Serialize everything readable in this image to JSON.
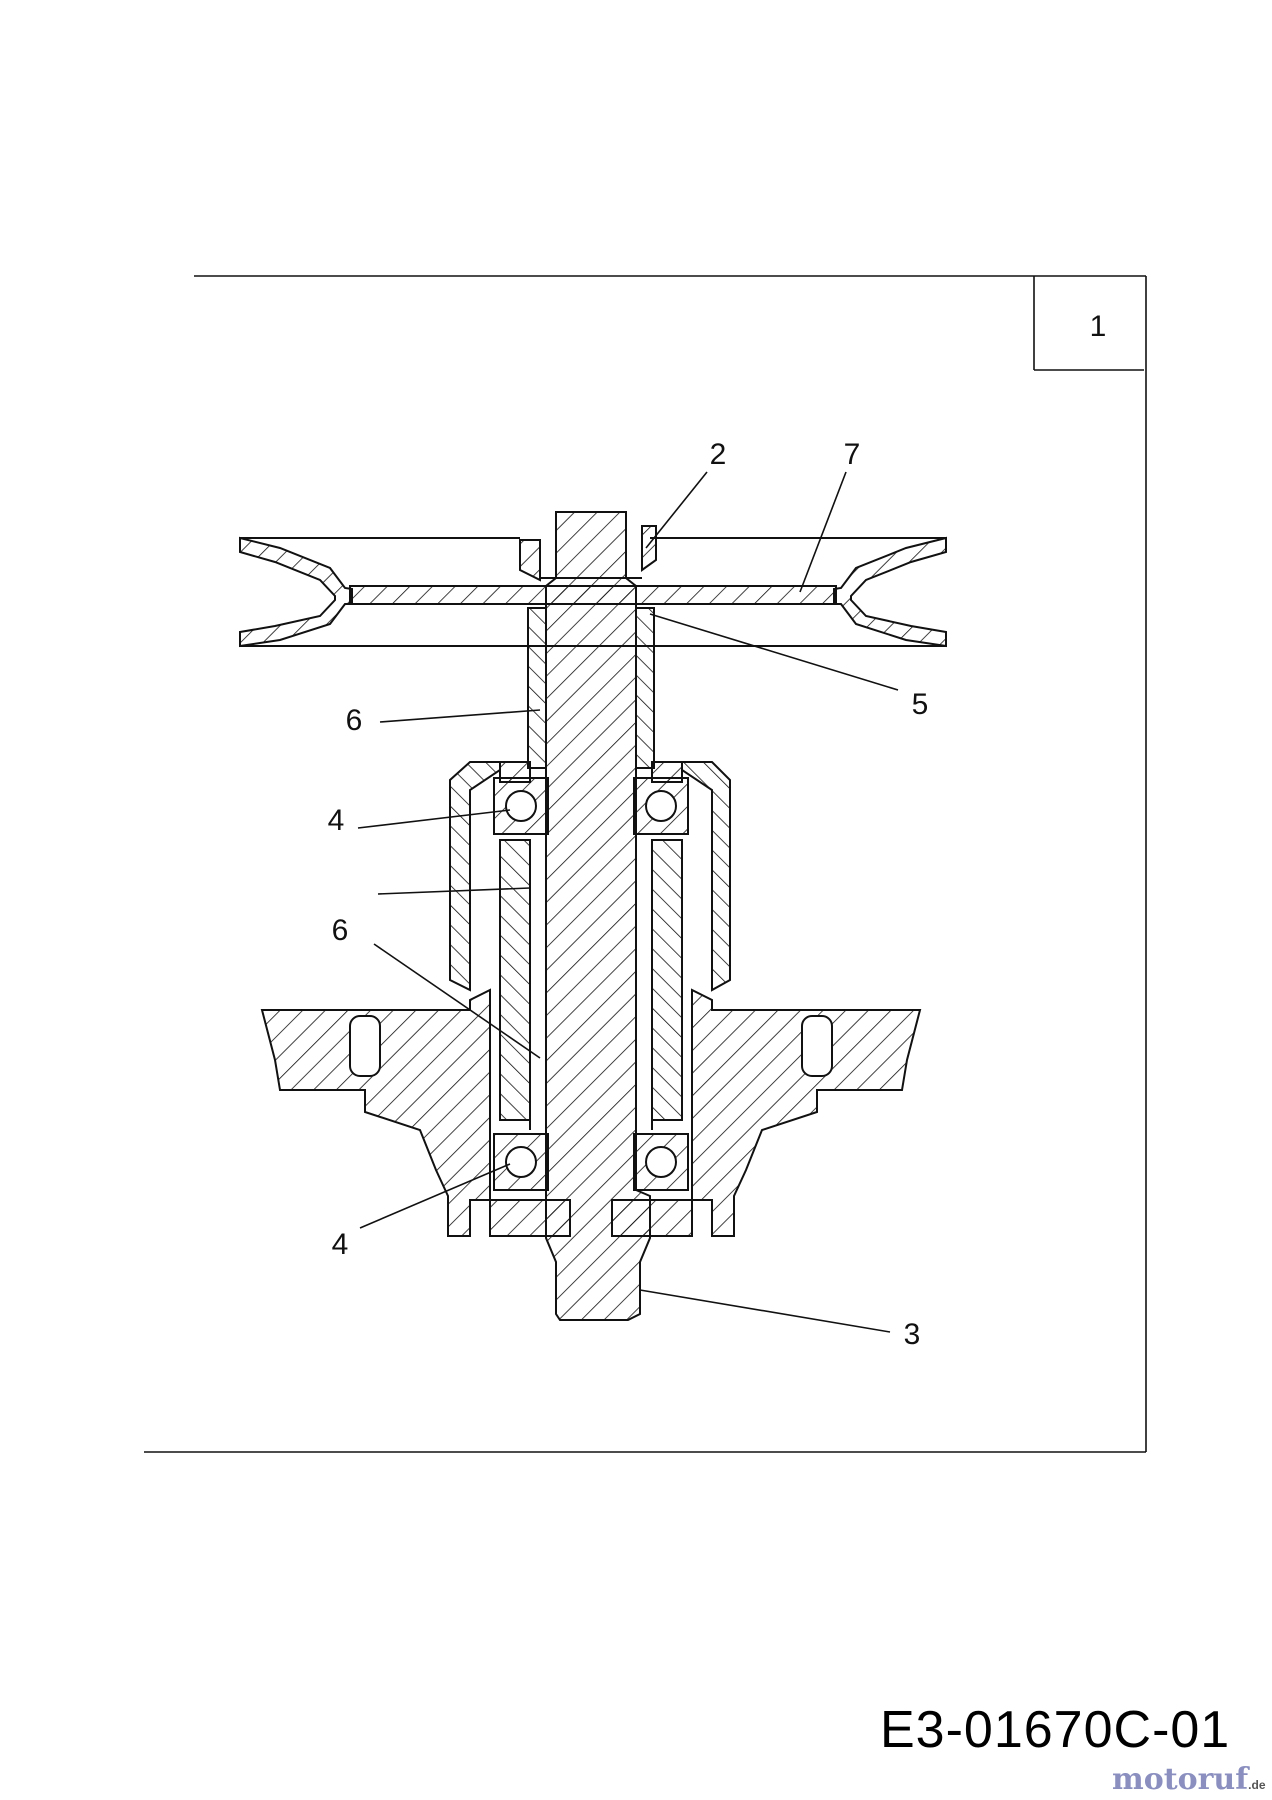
{
  "diagram": {
    "panel_number": "1",
    "callouts": [
      {
        "id": "callout-2",
        "label": "2"
      },
      {
        "id": "callout-7",
        "label": "7"
      },
      {
        "id": "callout-5",
        "label": "5"
      },
      {
        "id": "callout-6-upper",
        "label": "6"
      },
      {
        "id": "callout-4-upper",
        "label": "4"
      },
      {
        "id": "callout-6-lower",
        "label": "6"
      },
      {
        "id": "callout-4-lower",
        "label": "4"
      },
      {
        "id": "callout-3",
        "label": "3"
      }
    ],
    "drawing_code": "E3-01670C-01",
    "watermark": {
      "main": "motoruf",
      "suffix": ".de"
    },
    "colors": {
      "line": "#111111",
      "background": "#ffffff"
    }
  }
}
